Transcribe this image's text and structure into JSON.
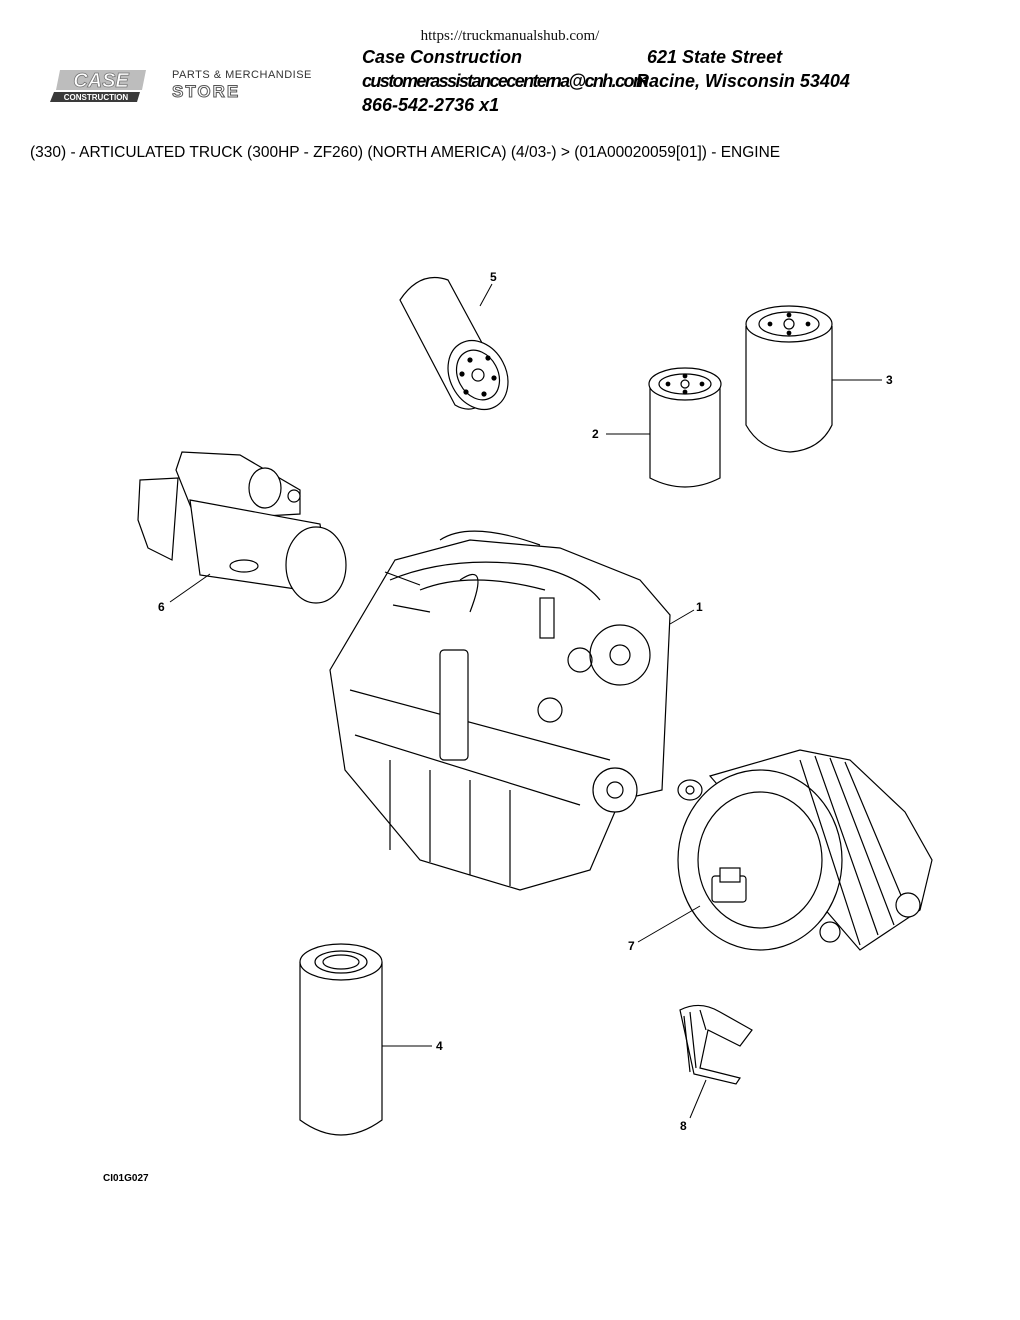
{
  "header": {
    "site_url": "https://truckmanualshub.com/",
    "company_name": "Case Construction",
    "street": "621 State Street",
    "email": "customerassistancecenterna@cnh.com",
    "city": "Racine, Wisconsin 53404",
    "phone": "866-542-2736 x1",
    "logo": {
      "brand": "CASE",
      "sub": "CONSTRUCTION",
      "store_line1": "PARTS & MERCHANDISE",
      "store_line2": "STORE"
    }
  },
  "breadcrumb": "(330) - ARTICULATED TRUCK (300HP - ZF260) (NORTH AMERICA) (4/03-) > (01A00020059[01]) - ENGINE",
  "diagram": {
    "callouts": [
      {
        "num": "1",
        "part": "engine"
      },
      {
        "num": "2",
        "part": "filter"
      },
      {
        "num": "3",
        "part": "filter"
      },
      {
        "num": "4",
        "part": "filter"
      },
      {
        "num": "5",
        "part": "filter"
      },
      {
        "num": "6",
        "part": "starter motor"
      },
      {
        "num": "7",
        "part": "alternator"
      },
      {
        "num": "8",
        "part": "belt"
      }
    ],
    "figure_code": "CI01G027"
  }
}
